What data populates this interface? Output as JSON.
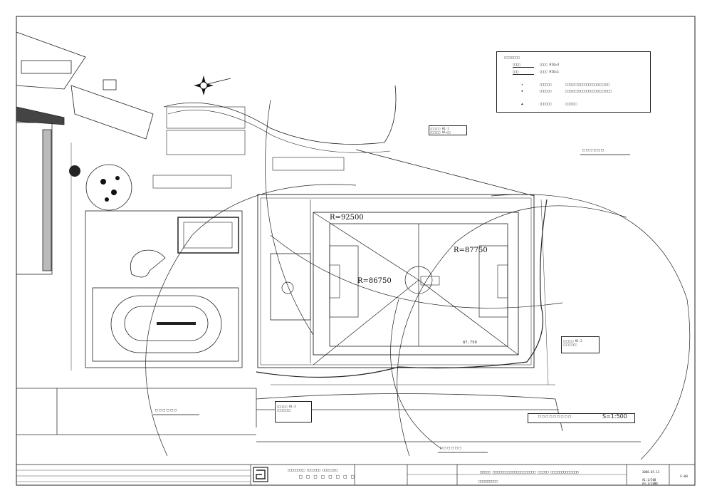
{
  "drawing": {
    "radius_labels": [
      "R=92500",
      "R=86750",
      "R=87750"
    ],
    "scale_note": "S=1:500",
    "scale_title_glyphs": "□□□□□□□□□",
    "section_marks": [
      "□□□□□□",
      "□□□□□□",
      "□□□□□□"
    ],
    "field_dim": "87,750",
    "north_arrow": "north-arrow-icon"
  },
  "legend": {
    "title": "□□□□□□□□",
    "rows": [
      {
        "sym": "□□□□",
        "text": "□□□□     H1Q=4"
      },
      {
        "sym": "□□□",
        "text": "□□□□     H1Q=1"
      },
      {
        "sym": "□□□□□□",
        "text": "□□□□□□□□□□□□□□□□□□□□□□□"
      },
      {
        "sym": "□□□□□□",
        "text": "□□□□□□□□□□□□□□□□□□□□□□□□"
      },
      {
        "sym": "□□□□□□",
        "text": "□□□□□□"
      }
    ]
  },
  "callouts": [
    "□□□□□□ H1-1\n□□□□□□ H1=□□",
    "□□□□□□ H1-2\n□□□□□□□□",
    "□□□□□□ H1-3\n□□□□□□□□"
  ],
  "title_block": {
    "project_line1": "□□□□□□□□□ □□□□□□□ □□□□□□□□",
    "project_line2": "□ □ □ □ □ □ □ □",
    "drawing_title": "□□□□□ □□□□□□□□□□□□□□□□□□□□ □□□□□ □□□□□□□□□□□□□",
    "drawing_sub": "□□□□□□□□□",
    "date": "2008.05.13",
    "scale_a": "A1:1/500",
    "scale_b": "A3:1/1000",
    "sheet_no": "S-00"
  }
}
